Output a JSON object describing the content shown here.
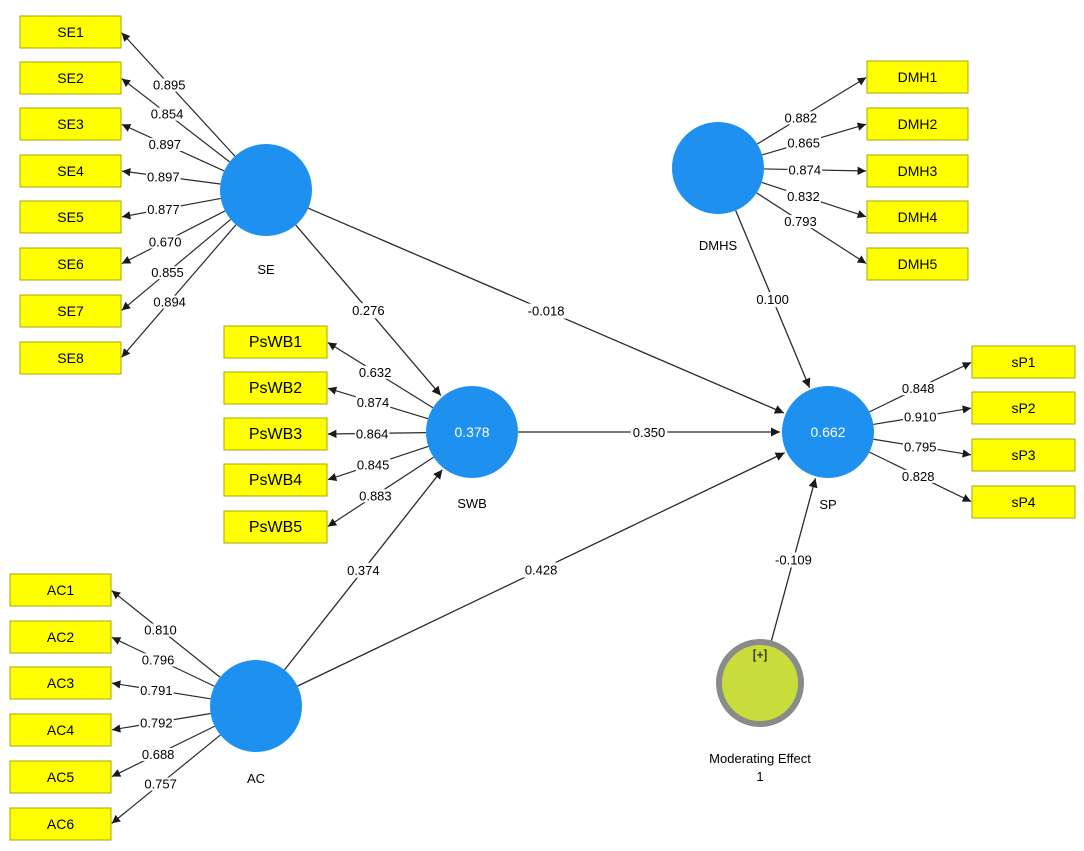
{
  "colors": {
    "latent": "#1e90f0",
    "indicator_fill": "#ffff00",
    "indicator_border": "#aaaa00",
    "moderator_fill": "#c8dc3c",
    "moderator_border": "#8a8a8a",
    "line": "#2a2a2a"
  },
  "latent": {
    "SE": {
      "name": "SE",
      "value": ""
    },
    "DMHS": {
      "name": "DMHS",
      "value": ""
    },
    "SWB": {
      "name": "SWB",
      "value": "0.378"
    },
    "SP": {
      "name": "SP",
      "value": "0.662"
    },
    "AC": {
      "name": "AC",
      "value": ""
    }
  },
  "moderator": {
    "symbol": "[+]",
    "name_line1": "Moderating Effect",
    "name_line2": "1"
  },
  "indicators": {
    "SE": [
      {
        "label": "SE1",
        "loading": "0.895"
      },
      {
        "label": "SE2",
        "loading": "0.854"
      },
      {
        "label": "SE3",
        "loading": "0.897"
      },
      {
        "label": "SE4",
        "loading": "0.897"
      },
      {
        "label": "SE5",
        "loading": "0.877"
      },
      {
        "label": "SE6",
        "loading": "0.670"
      },
      {
        "label": "SE7",
        "loading": "0.855"
      },
      {
        "label": "SE8",
        "loading": "0.894"
      }
    ],
    "DMHS": [
      {
        "label": "DMH1",
        "loading": "0.882"
      },
      {
        "label": "DMH2",
        "loading": "0.865"
      },
      {
        "label": "DMH3",
        "loading": "0.874"
      },
      {
        "label": "DMH4",
        "loading": "0.832"
      },
      {
        "label": "DMH5",
        "loading": "0.793"
      }
    ],
    "SWB": [
      {
        "label": "PsWB1",
        "loading": "0.632"
      },
      {
        "label": "PsWB2",
        "loading": "0.874"
      },
      {
        "label": "PsWB3",
        "loading": "0.864"
      },
      {
        "label": "PsWB4",
        "loading": "0.845"
      },
      {
        "label": "PsWB5",
        "loading": "0.883"
      }
    ],
    "SP": [
      {
        "label": "sP1",
        "loading": "0.848"
      },
      {
        "label": "sP2",
        "loading": "0.910"
      },
      {
        "label": "sP3",
        "loading": "0.795"
      },
      {
        "label": "sP4",
        "loading": "0.828"
      }
    ],
    "AC": [
      {
        "label": "AC1",
        "loading": "0.810"
      },
      {
        "label": "AC2",
        "loading": "0.796"
      },
      {
        "label": "AC3",
        "loading": "0.791"
      },
      {
        "label": "AC4",
        "loading": "0.792"
      },
      {
        "label": "AC5",
        "loading": "0.688"
      },
      {
        "label": "AC6",
        "loading": "0.757"
      }
    ]
  },
  "paths": [
    {
      "from": "SE",
      "to": "SWB",
      "coef": "0.276"
    },
    {
      "from": "SE",
      "to": "SP",
      "coef": "-0.018"
    },
    {
      "from": "DMHS",
      "to": "SP",
      "coef": "0.100"
    },
    {
      "from": "SWB",
      "to": "SP",
      "coef": "0.350"
    },
    {
      "from": "AC",
      "to": "SWB",
      "coef": "0.374"
    },
    {
      "from": "AC",
      "to": "SP",
      "coef": "0.428"
    },
    {
      "from": "MOD",
      "to": "SP",
      "coef": "-0.109"
    }
  ]
}
